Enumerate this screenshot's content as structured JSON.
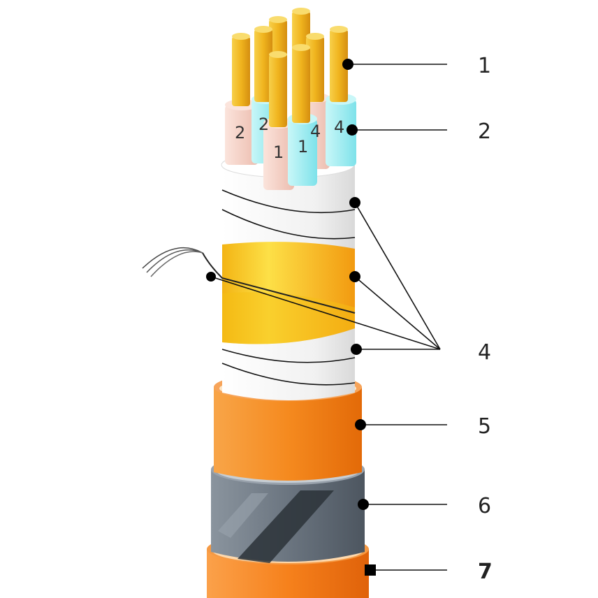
{
  "callouts": [
    {
      "id": "1",
      "label": "1"
    },
    {
      "id": "2",
      "label": "2"
    },
    {
      "id": "4",
      "label": "4"
    },
    {
      "id": "5",
      "label": "5"
    },
    {
      "id": "6",
      "label": "6"
    },
    {
      "id": "7",
      "label": "7"
    }
  ],
  "core_markings": [
    {
      "label": "2"
    },
    {
      "label": "2"
    },
    {
      "label": "1"
    },
    {
      "label": "1"
    },
    {
      "label": "4"
    },
    {
      "label": "4"
    }
  ],
  "colors": {
    "conductor": "#f0b41e",
    "insulation_pink": "#f6d3c8",
    "insulation_cyan": "#a8eef2",
    "tape_white": "#f4f4f4",
    "tape_yellow": "#f7c81a",
    "inner_sheath_orange": "#f58a1f",
    "armour_grey": "#6b7580",
    "outer_sheath_orange": "#f6811c"
  }
}
